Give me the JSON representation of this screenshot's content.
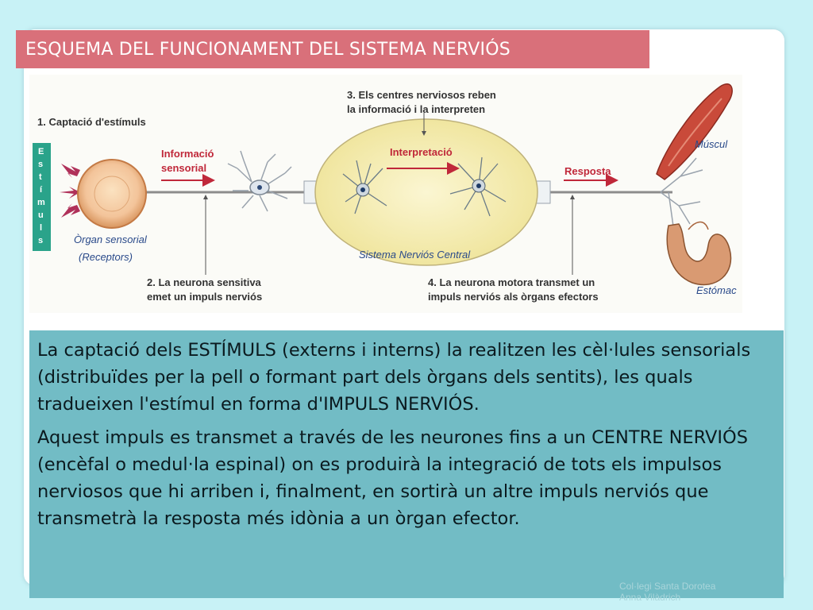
{
  "slide": {
    "title": "ESQUEMA DEL FUNCIONAMENT DEL SISTEMA NERVIÓS"
  },
  "diagram": {
    "step1": "1. Captació d'estímuls",
    "stimuli_letters": [
      "E",
      "s",
      "t",
      "í",
      "m",
      "u",
      "l",
      "s"
    ],
    "info_line1": "Informació",
    "info_line2": "sensorial",
    "organ_line1": "Òrgan sensorial",
    "organ_line2": "(Receptors)",
    "step2_line1": "2. La neurona sensitiva",
    "step2_line2": "emet un impuls nerviós",
    "step3_line1": "3. Els centres nerviosos reben",
    "step3_line2": "la informació i la interpreten",
    "interpretation": "Interpretació",
    "cns": "Sistema Nerviós Central",
    "response": "Resposta",
    "step4_line1": "4. La neurona motora transmet un",
    "step4_line2": "impuls nerviós als òrgans efectors",
    "muscle": "Múscul",
    "stomach": "Estómac"
  },
  "body_text": {
    "paragraph1": "La captació dels ESTÍMULS (externs i interns) la realitzen les cèl·lules sensorials (distribuïdes per la pell o formant part dels òrgans dels sentits), les quals tradueixen l'estímul en forma d'IMPULS NERVIÓS.",
    "paragraph2": "Aquest impuls es transmet a través de les neurones fins a un CENTRE NERVIÓS (encèfal o medul·la espinal) on es produirà la integració de tots els impulsos nerviosos que hi arriben i, finalment, en sortirà un altre impuls nerviós que transmetrà la resposta més idònia a un òrgan efector."
  },
  "credit": {
    "line1": "Col·legi Santa Dorotea",
    "line2": "Anna Vilàdrich"
  },
  "colors": {
    "title_bar": "#d9707a",
    "text_panel": "#72bcc5",
    "stimuli_bar": "#2aa38a",
    "arrow_red": "#c0283a",
    "cns_fill": "#f6efb0"
  }
}
